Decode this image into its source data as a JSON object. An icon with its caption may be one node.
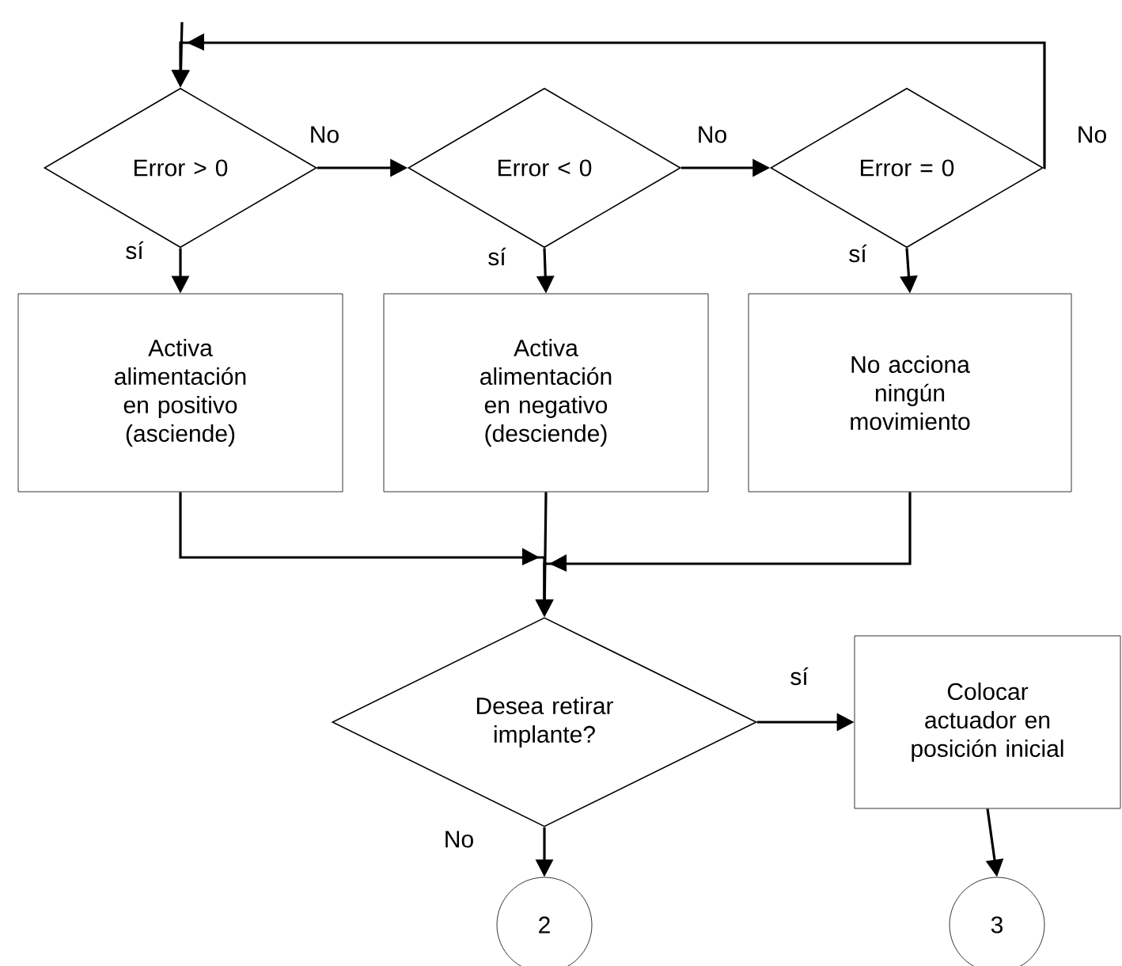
{
  "diagram": {
    "nodes": [
      {
        "text": [
          "Error >  0"
        ]
      },
      {
        "text": [
          "Error <  0"
        ]
      },
      {
        "text": [
          "Error =  0"
        ]
      },
      {
        "text": [
          "Activa alimentación en positivo (asciende)"
        ]
      },
      {
        "text": [
          "Activa alimentación en negativo (desciende)"
        ]
      },
      {
        "text": [
          "No acciona ningún movimiento"
        ]
      },
      {
        "text": [
          "Desea retirar implante?"
        ]
      },
      {
        "text": [
          "Colocar actuador en posición inicial"
        ]
      },
      {
        "text": [
          "2"
        ]
      },
      {
        "text": [
          "3"
        ]
      }
    ],
    "edges": [
      {
        "from": null,
        "to": 0,
        "arrow": "to"
      },
      {
        "from": 0,
        "to": 1,
        "arrow": "to",
        "label": "No"
      },
      {
        "from": 1,
        "to": 2,
        "arrow": "to",
        "label": "No"
      },
      {
        "from": 2,
        "to": 0,
        "arrow": "to",
        "label": "No"
      },
      {
        "from": 0,
        "to": 3,
        "arrow": "to",
        "label": "sí"
      },
      {
        "from": 1,
        "to": 4,
        "arrow": "to",
        "label": "sí"
      },
      {
        "from": 2,
        "to": 5,
        "arrow": "to",
        "label": "sí"
      },
      {
        "from": 3,
        "to": 6,
        "arrow": "to"
      },
      {
        "from": 4,
        "to": 6,
        "arrow": "to"
      },
      {
        "from": 5,
        "to": 6,
        "arrow": "to"
      },
      {
        "from": 6,
        "to": 7,
        "arrow": "to",
        "label": "sí"
      },
      {
        "from": 6,
        "to": 8,
        "arrow": "to",
        "label": "No"
      },
      {
        "from": 7,
        "to": 9,
        "arrow": "to"
      }
    ]
  }
}
